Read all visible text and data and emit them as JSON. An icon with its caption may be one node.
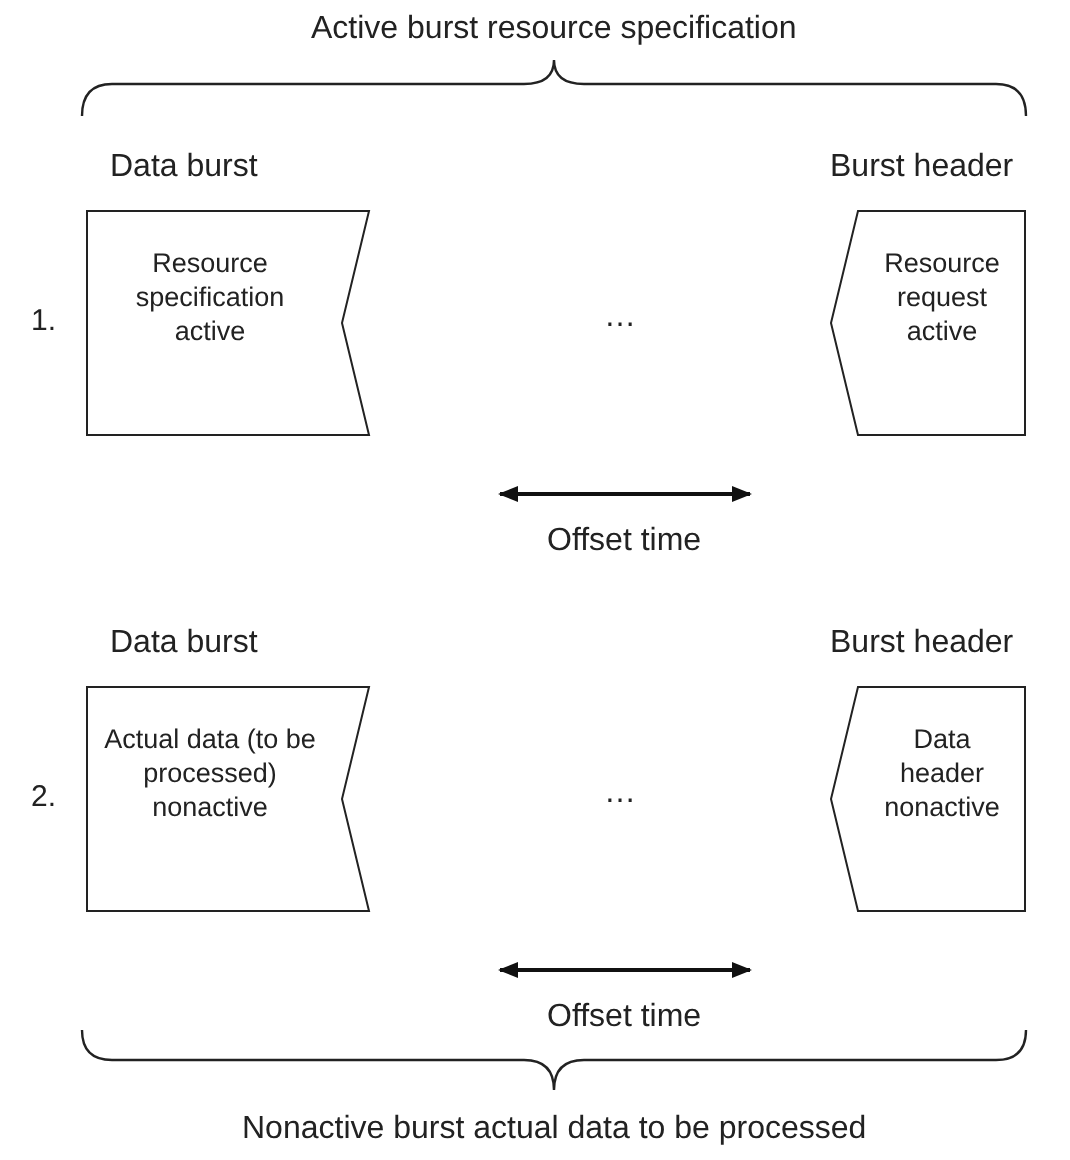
{
  "diagram": {
    "nodes": [
      {
        "text": [
          "Data burst",
          "Resource specification active"
        ]
      },
      {
        "text": [
          "Burst header",
          "Resource request active"
        ]
      },
      {
        "text": [
          "Data burst",
          "Actual data (to be processed) nonactive"
        ]
      },
      {
        "text": [
          "Burst header",
          "Data header nonactive"
        ]
      }
    ],
    "edges": [],
    "labels": [
      "Active burst resource specification",
      "1.",
      "…",
      "Offset time",
      "2.",
      "…",
      "Offset time",
      "Nonactive burst actual data to be processed"
    ]
  }
}
